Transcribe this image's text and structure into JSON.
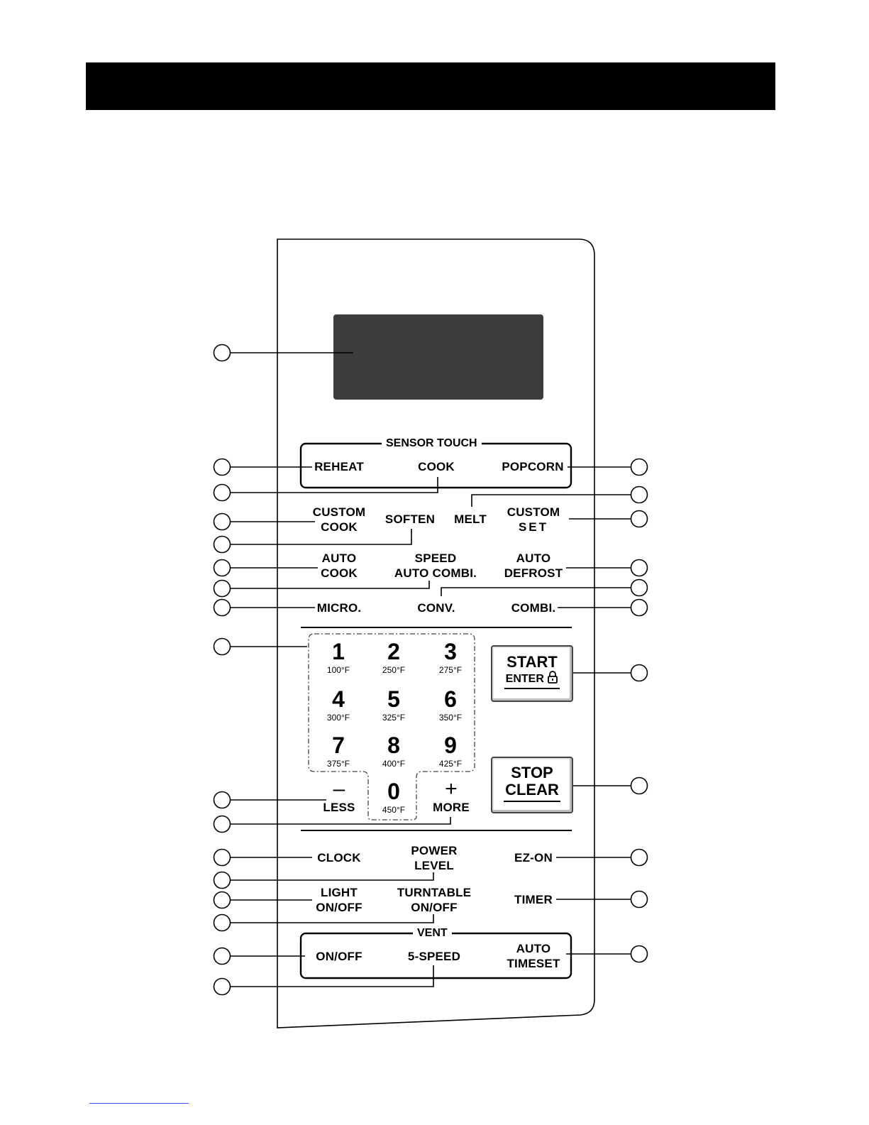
{
  "sensor_touch": {
    "title": "SENSOR TOUCH",
    "reheat": "REHEAT",
    "cook": "COOK",
    "popcorn": "POPCORN"
  },
  "custom_cook": [
    "CUSTOM",
    "COOK"
  ],
  "soften": "SOFTEN",
  "melt": "MELT",
  "custom_set": [
    "CUSTOM",
    "SET"
  ],
  "auto_cook": [
    "AUTO",
    "COOK"
  ],
  "speed_auto_combi": [
    "SPEED",
    "AUTO COMBI."
  ],
  "auto_defrost": [
    "AUTO",
    "DEFROST"
  ],
  "micro": "MICRO.",
  "conv": "CONV.",
  "combi": "COMBI.",
  "keypad": [
    {
      "digit": "1",
      "temp": "100°F"
    },
    {
      "digit": "2",
      "temp": "250°F"
    },
    {
      "digit": "3",
      "temp": "275°F"
    },
    {
      "digit": "4",
      "temp": "300°F"
    },
    {
      "digit": "5",
      "temp": "325°F"
    },
    {
      "digit": "6",
      "temp": "350°F"
    },
    {
      "digit": "7",
      "temp": "375°F"
    },
    {
      "digit": "8",
      "temp": "400°F"
    },
    {
      "digit": "9",
      "temp": "425°F"
    },
    {
      "digit": "0",
      "temp": "450°F"
    }
  ],
  "less": {
    "symbol": "–",
    "label": "LESS"
  },
  "more": {
    "symbol": "+",
    "label": "MORE"
  },
  "start": {
    "line1": "START",
    "line2": "ENTER"
  },
  "stop": {
    "line1": "STOP",
    "line2": "CLEAR"
  },
  "clock": "CLOCK",
  "power_level": [
    "POWER",
    "LEVEL"
  ],
  "ez_on": "EZ-ON",
  "light": [
    "LIGHT",
    "ON/OFF"
  ],
  "turntable": [
    "TURNTABLE",
    "ON/OFF"
  ],
  "timer": "TIMER",
  "vent": {
    "title": "VENT",
    "on_off": "ON/OFF",
    "five_speed": "5-SPEED",
    "auto_timeset": [
      "AUTO",
      "TIMESET"
    ]
  }
}
